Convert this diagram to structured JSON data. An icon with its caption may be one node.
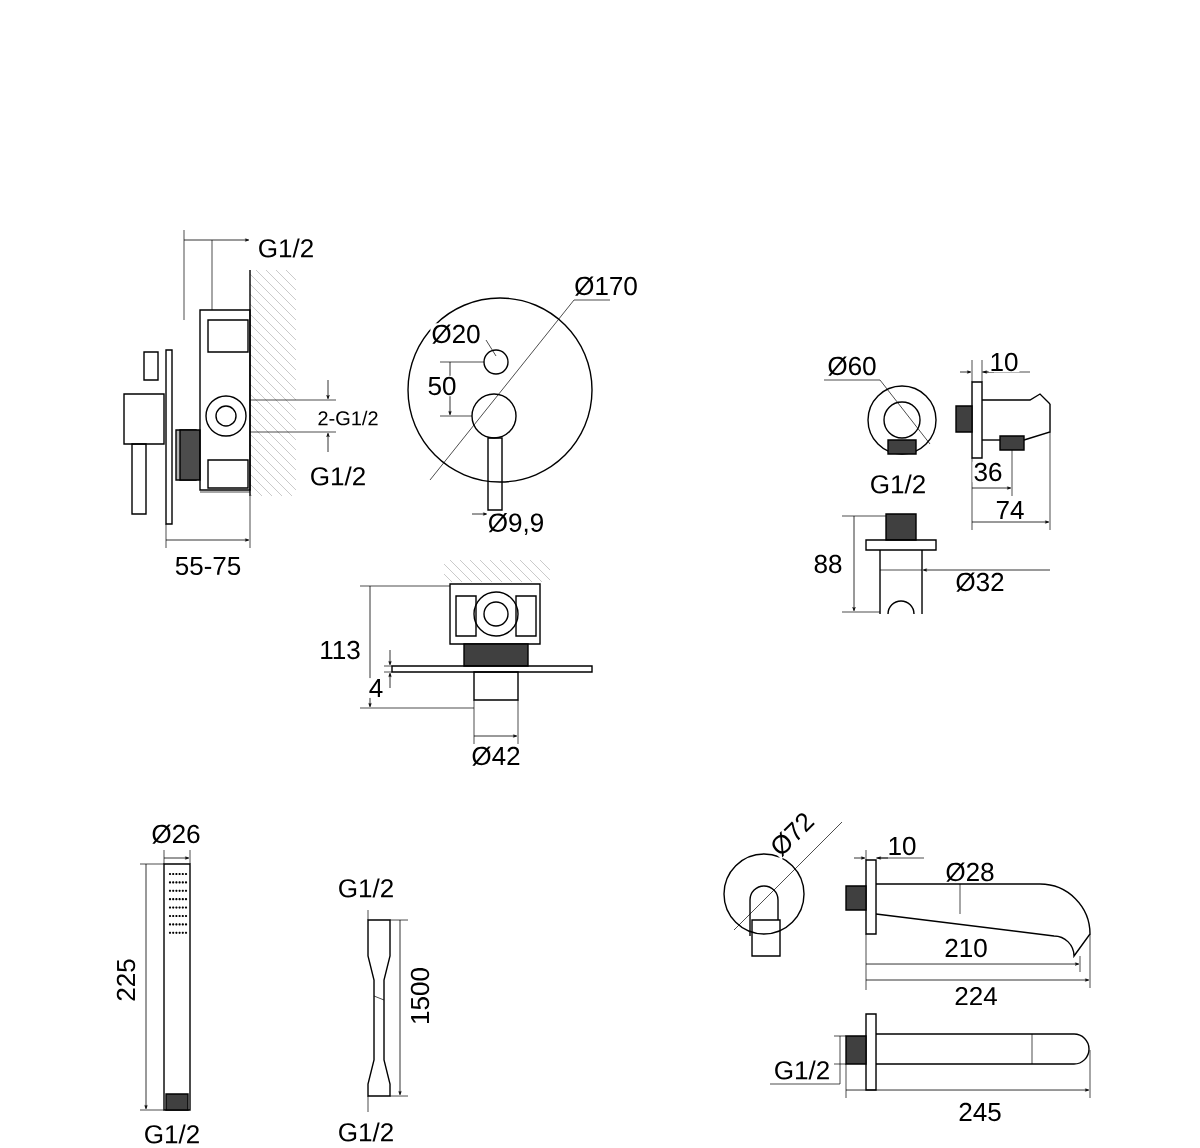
{
  "diagram": {
    "labels": [
      "G1/2",
      "Ø170",
      "Ø20",
      "Ø60",
      "10",
      "50",
      "2-G1/2",
      "G1/2",
      "Ø9,9",
      "G1/2",
      "36",
      "74",
      "55-75",
      "88",
      "Ø32",
      "113",
      "4",
      "Ø42",
      "Ø26",
      "Ø72",
      "10",
      "Ø28",
      "G1/2",
      "225",
      "1500",
      "210",
      "224",
      "G1/2",
      "245",
      "G1/2",
      "G1/2"
    ]
  }
}
